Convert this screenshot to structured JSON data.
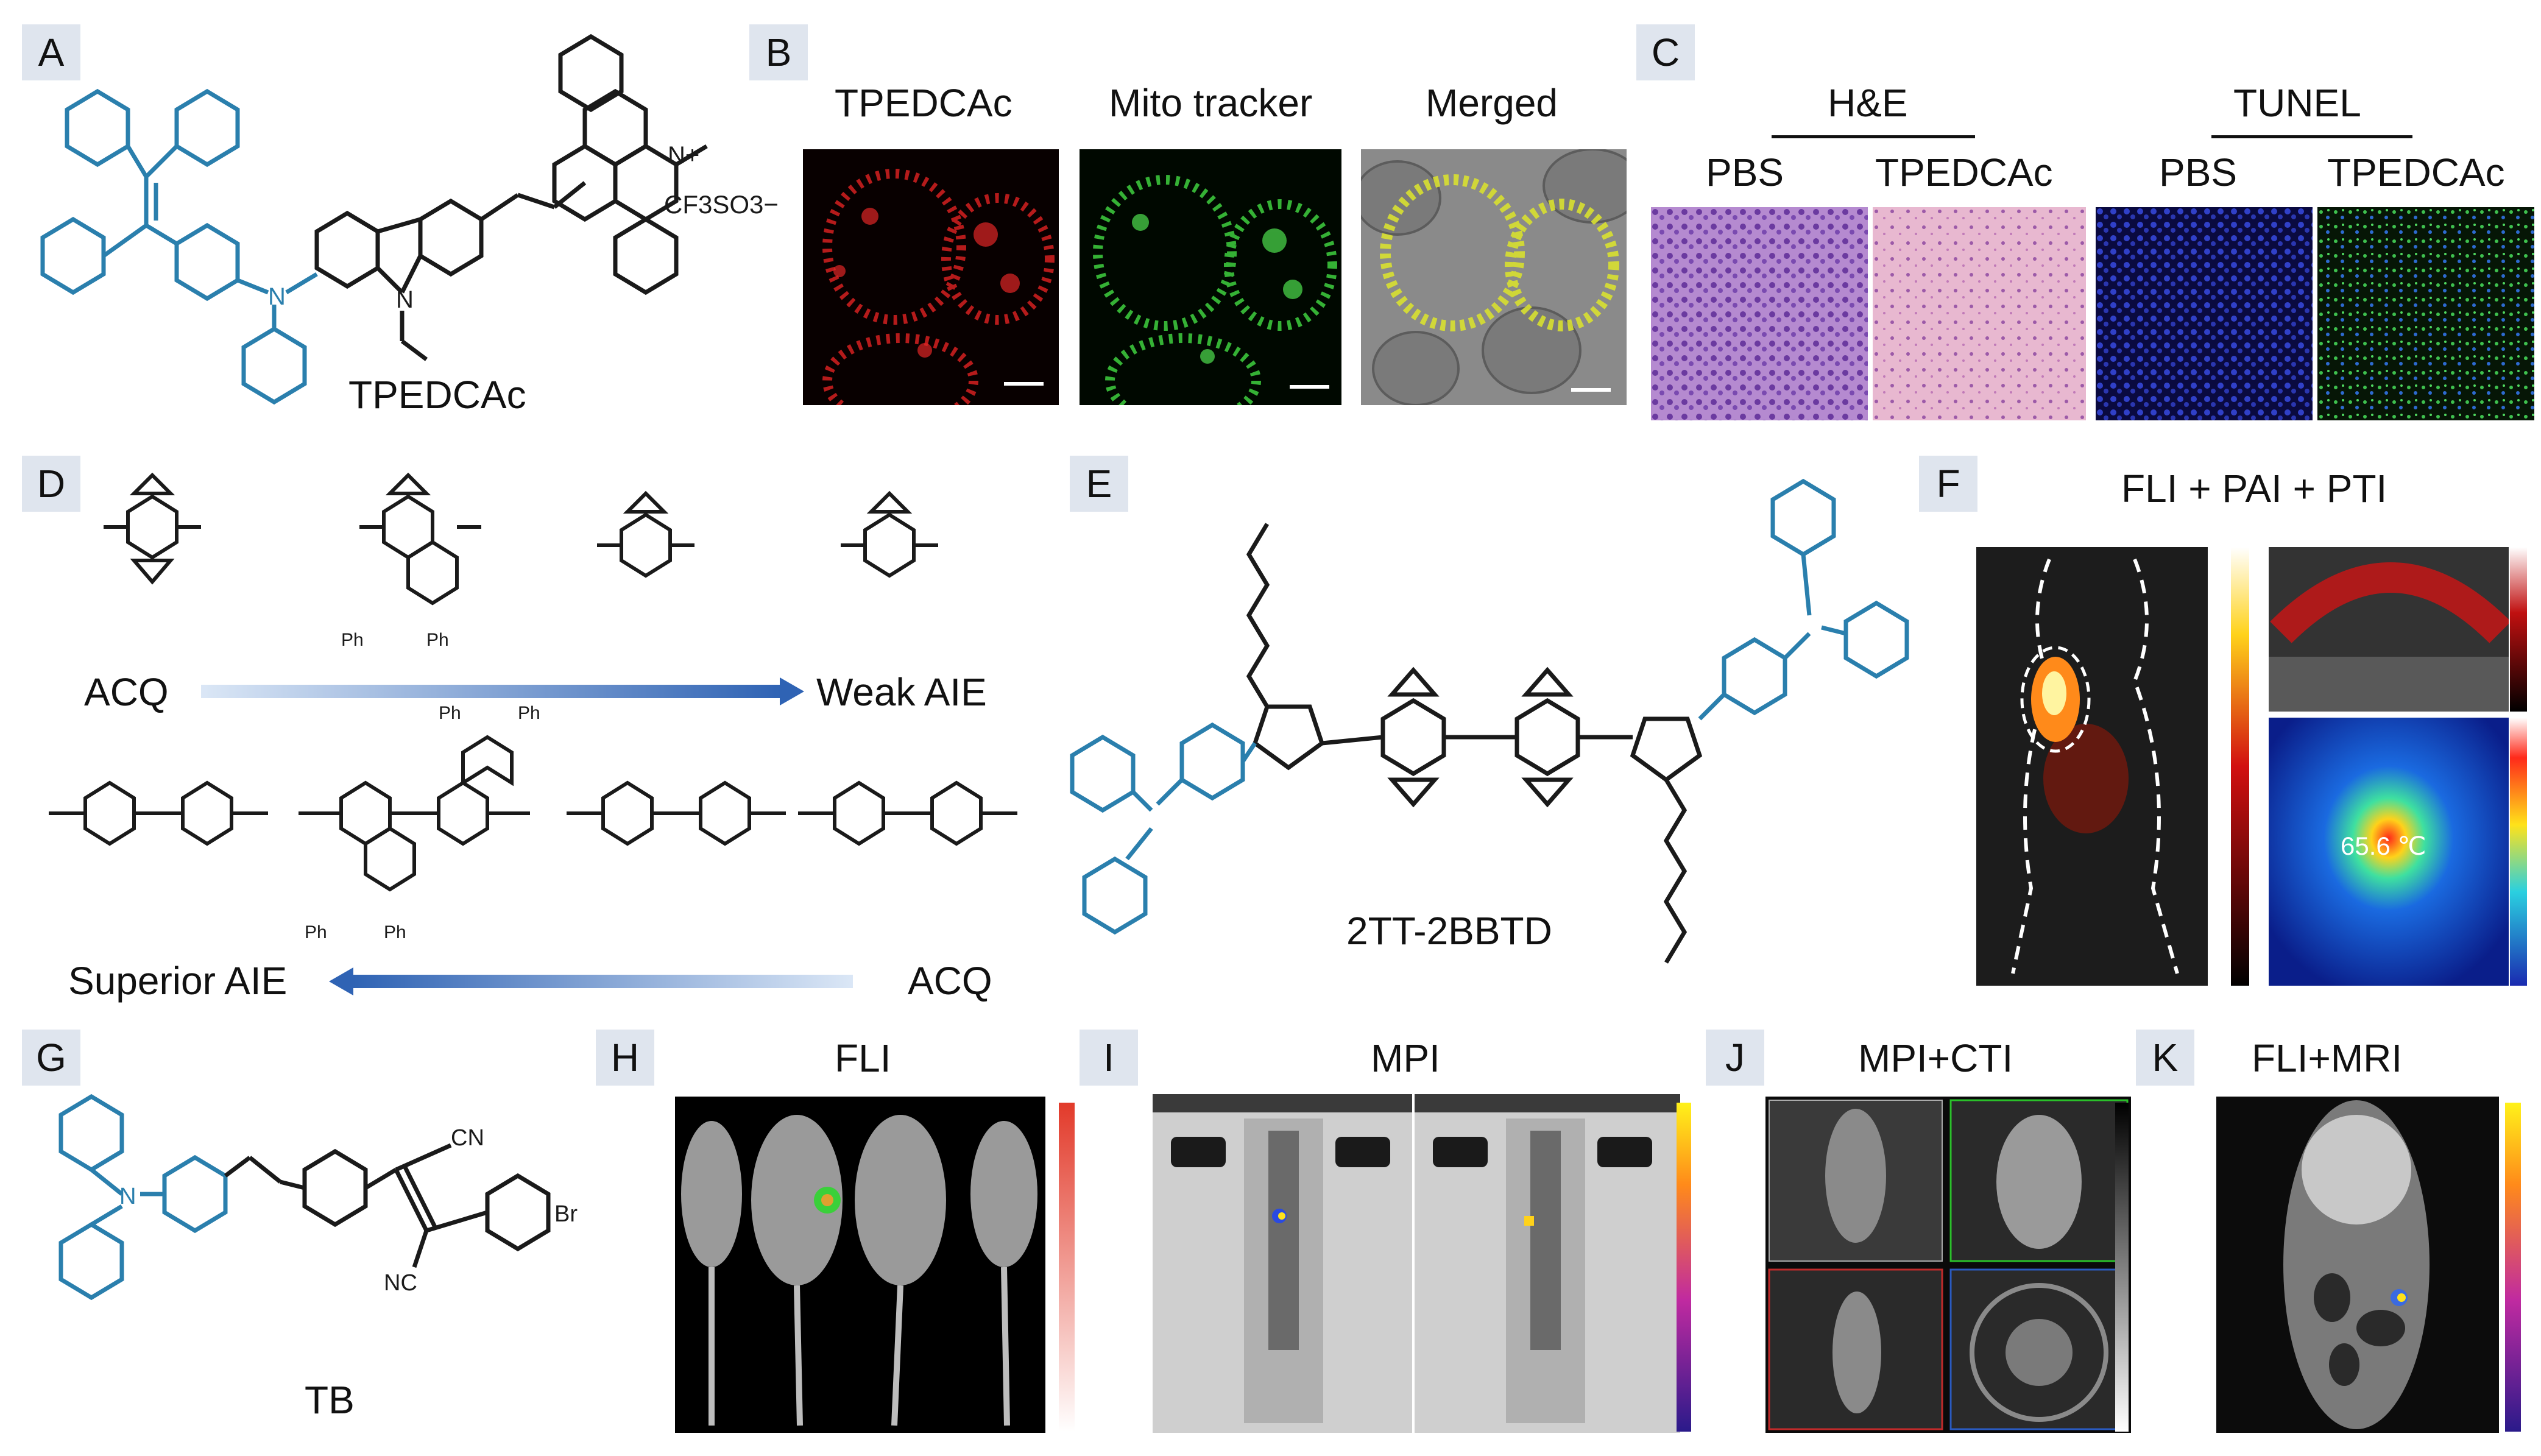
{
  "panels": {
    "A": "A",
    "B": "B",
    "C": "C",
    "D": "D",
    "E": "E",
    "F": "F",
    "G": "G",
    "H": "H",
    "I": "I",
    "J": "J",
    "K": "K"
  },
  "panel_a": {
    "compound": "TPEDCAc",
    "counterion": "CF3SO3−",
    "n_plus": "N+"
  },
  "panel_b": {
    "columns": [
      "TPEDCAc",
      "Mito tracker",
      "Merged"
    ]
  },
  "panel_c": {
    "group1": "H&E",
    "group2": "TUNEL",
    "columns": [
      "PBS",
      "TPEDCAc",
      "PBS",
      "TPEDCAc"
    ]
  },
  "panel_d": {
    "top_left": "ACQ",
    "top_right": "Weak AIE",
    "bottom_left": "Superior AIE",
    "bottom_right": "ACQ",
    "ph": "Ph"
  },
  "panel_e": {
    "compound": "2TT-2BBTD"
  },
  "panel_f": {
    "title": "FLI + PAI + PTI",
    "temperature": "65.6 ℃"
  },
  "panel_g": {
    "compound": "TB",
    "cn": "CN",
    "nc": "NC",
    "br": "Br"
  },
  "panel_h": {
    "title": "FLI"
  },
  "panel_i": {
    "title": "MPI"
  },
  "panel_j": {
    "title": "MPI+CTI"
  },
  "panel_k": {
    "title": "FLI+MRI"
  },
  "colors": {
    "structure_blue": "#2a7fad",
    "structure_black": "#1a1a1a",
    "arrow_blue": "#2f63b4",
    "label_bg": "#dfe5ee"
  }
}
